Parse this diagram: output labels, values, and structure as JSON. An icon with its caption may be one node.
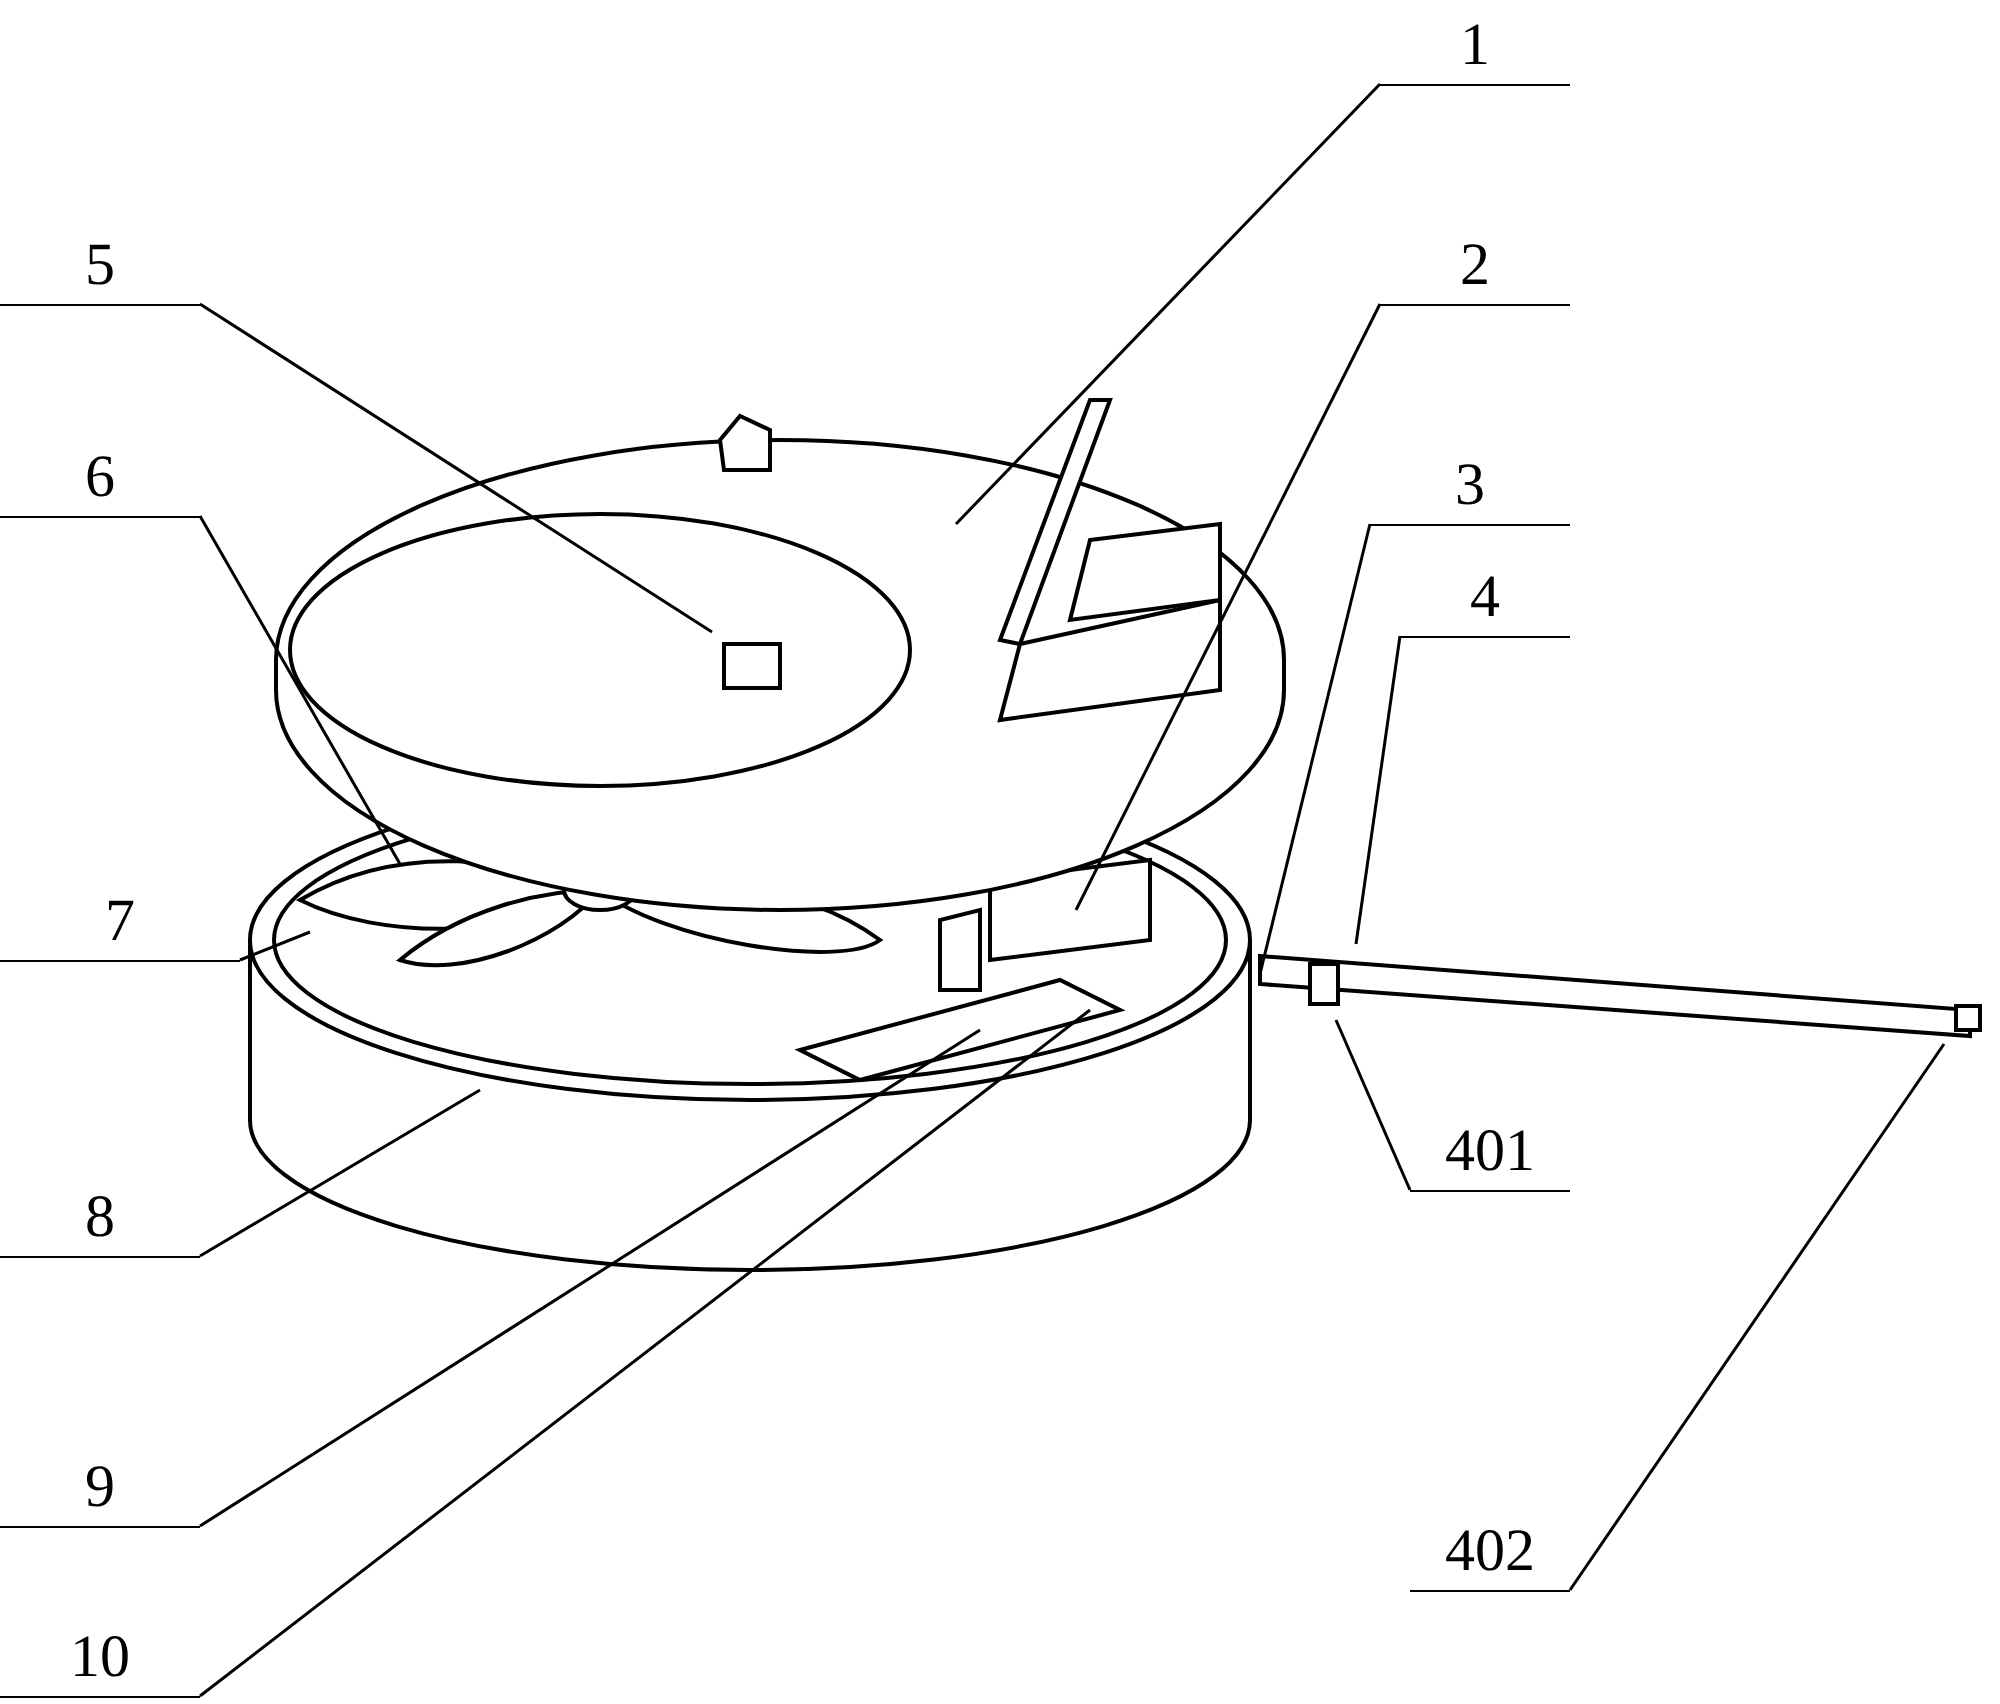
{
  "diagram": {
    "nodes": [
      {
        "text": [
          "1"
        ]
      },
      {
        "text": [
          "5"
        ]
      },
      {
        "text": [
          "2"
        ]
      },
      {
        "text": [
          "6"
        ]
      },
      {
        "text": [
          "3"
        ]
      },
      {
        "text": [
          "4"
        ]
      },
      {
        "text": [
          "7"
        ]
      },
      {
        "text": [
          "401"
        ]
      },
      {
        "text": [
          "8"
        ]
      },
      {
        "text": [
          "9"
        ]
      },
      {
        "text": [
          "402"
        ]
      },
      {
        "text": [
          "10"
        ]
      }
    ],
    "edges": [
      {
        "from": 0,
        "to": null,
        "arrow": "none"
      },
      {
        "from": 1,
        "to": null,
        "arrow": "none"
      },
      {
        "from": 2,
        "to": null,
        "arrow": "none"
      },
      {
        "from": 3,
        "to": null,
        "arrow": "none"
      },
      {
        "from": 4,
        "to": null,
        "arrow": "none"
      },
      {
        "from": 5,
        "to": null,
        "arrow": "none"
      },
      {
        "from": 6,
        "to": null,
        "arrow": "none"
      },
      {
        "from": 7,
        "to": null,
        "arrow": "none"
      },
      {
        "from": 8,
        "to": null,
        "arrow": "none"
      },
      {
        "from": 9,
        "to": null,
        "arrow": "none"
      },
      {
        "from": 10,
        "to": null,
        "arrow": "none"
      },
      {
        "from": 11,
        "to": null,
        "arrow": "none"
      }
    ]
  }
}
